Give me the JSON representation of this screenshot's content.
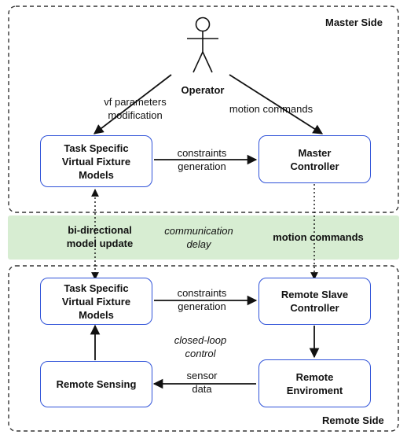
{
  "sides": {
    "master": "Master Side",
    "remote": "Remote Side"
  },
  "actor": {
    "label": "Operator"
  },
  "channel": {
    "left": [
      "bi-directional",
      "model update"
    ],
    "center": [
      "communication",
      "delay"
    ],
    "right": "motion commands"
  },
  "master_boxes": {
    "vf_models": [
      "Task Specific",
      "Virtual Fixture",
      "Models"
    ],
    "controller": [
      "Master",
      "Controller"
    ]
  },
  "remote_boxes": {
    "vf_models": [
      "Task Specific",
      "Virtual Fixture",
      "Models"
    ],
    "slave": [
      "Remote Slave",
      "Controller"
    ],
    "environment": [
      "Remote",
      "Enviroment"
    ],
    "sensing": "Remote Sensing"
  },
  "edge_labels": {
    "vf_params": [
      "vf parameters",
      "modification"
    ],
    "motion_commands_top": "motion commands",
    "constraints_master": [
      "constraints",
      "generation"
    ],
    "constraints_remote": [
      "constraints",
      "generation"
    ],
    "closed_loop": [
      "closed-loop",
      "control"
    ],
    "sensor_data": [
      "sensor",
      "data"
    ]
  },
  "colors": {
    "box_border": "#2f52d8",
    "channel_band": "#d7edd2",
    "text": "#111111"
  }
}
